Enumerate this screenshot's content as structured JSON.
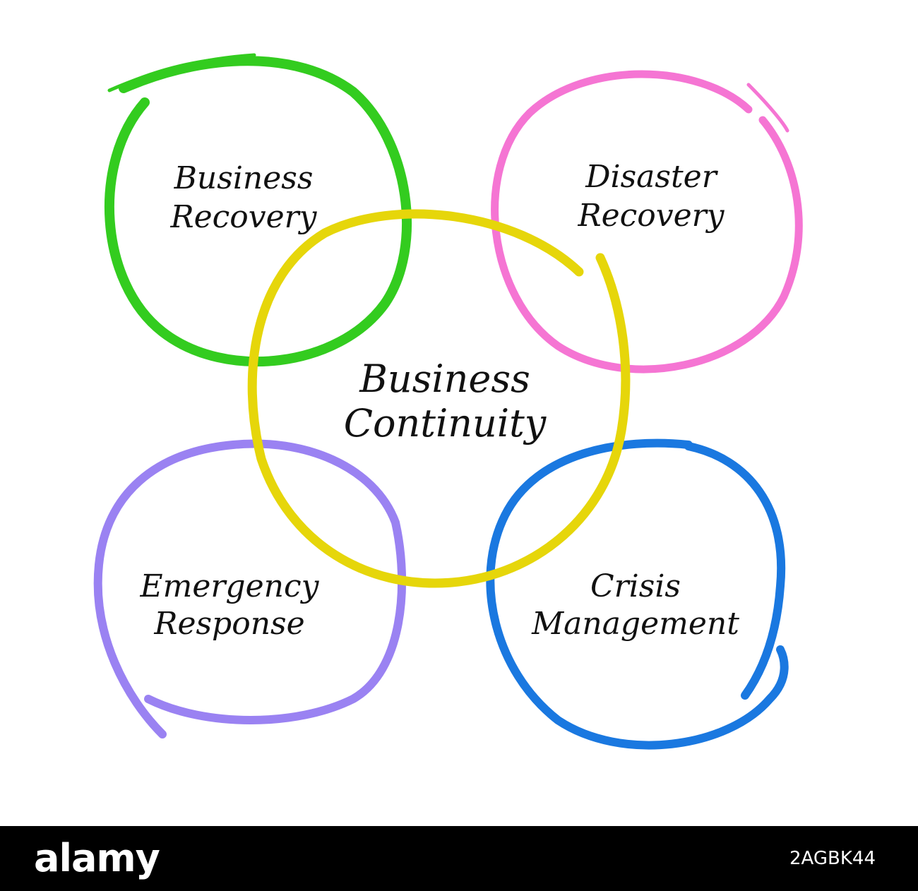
{
  "diagram": {
    "center": {
      "line1": "Business",
      "line2": "Continuity",
      "color": "#e6d60a"
    },
    "nodes": [
      {
        "id": "business-recovery",
        "line1": "Business",
        "line2": "Recovery",
        "color": "#33cc1f"
      },
      {
        "id": "disaster-recovery",
        "line1": "Disaster",
        "line2": "Recovery",
        "color": "#f575d3"
      },
      {
        "id": "emergency-response",
        "line1": "Emergency",
        "line2": "Response",
        "color": "#9a82f2"
      },
      {
        "id": "crisis-management",
        "line1": "Crisis",
        "line2": "Management",
        "color": "#1a78e0"
      }
    ]
  },
  "footer": {
    "logo": "alamy",
    "image_id": "2AGBK44"
  }
}
